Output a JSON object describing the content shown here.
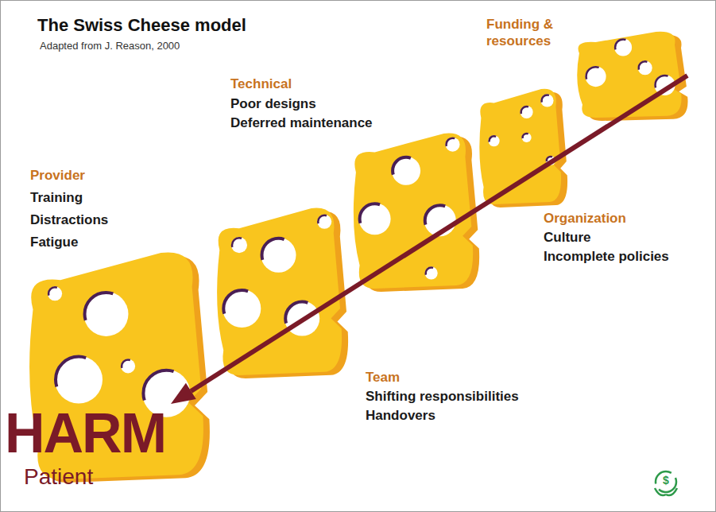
{
  "diagram": {
    "title": "The Swiss Cheese model",
    "labels": [
      "Adapted from J. Reason, 2000",
      "Provider",
      "Training",
      "Distractions",
      "Fatigue",
      "Technical",
      "Poor designs",
      "Deferred maintenance",
      "Funding & resources",
      "Organization",
      "Culture",
      "Incomplete policies",
      "Team",
      "Shifting responsibilities",
      "Handovers",
      "HARM",
      "Patient",
      "$"
    ]
  }
}
